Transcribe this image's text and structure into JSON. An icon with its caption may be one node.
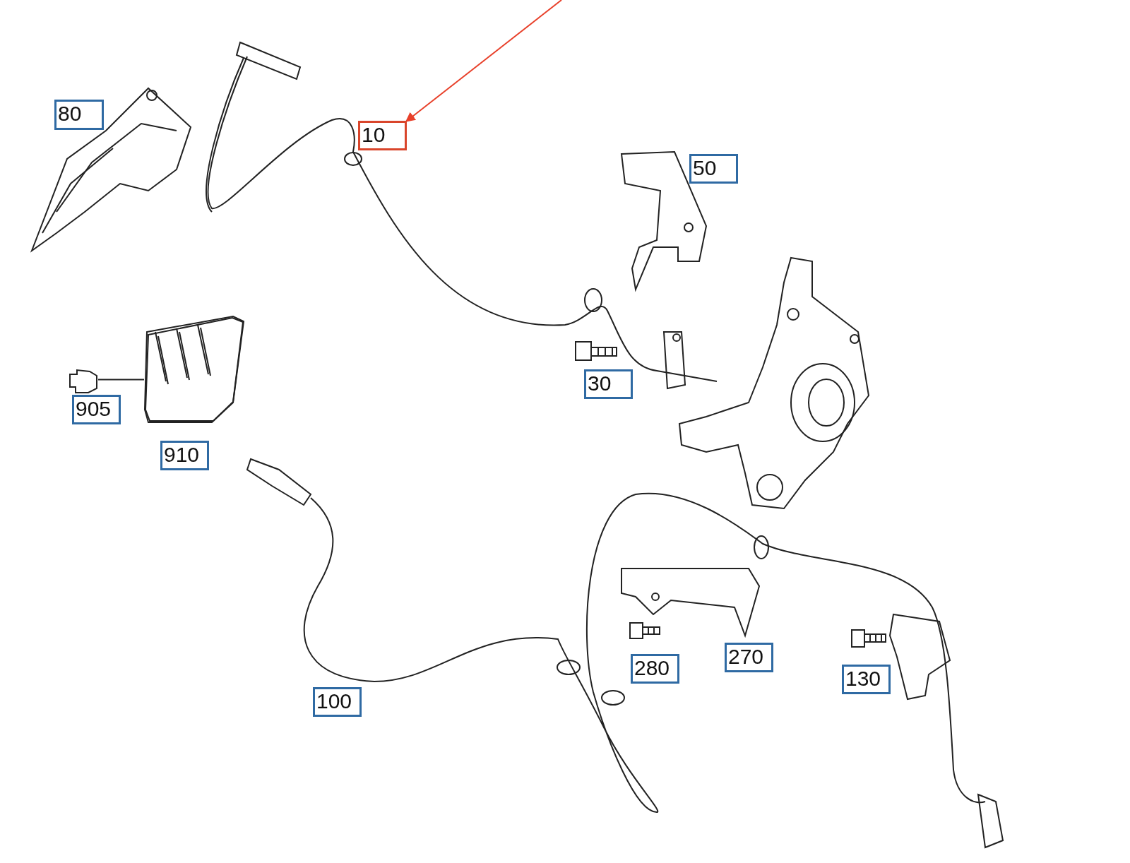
{
  "diagram": {
    "nodes": [
      {
        "text": [
          "80"
        ]
      },
      {
        "text": [
          "10"
        ]
      },
      {
        "text": [
          "50"
        ]
      },
      {
        "text": [
          "30"
        ]
      },
      {
        "text": [
          "905"
        ]
      },
      {
        "text": [
          "910"
        ]
      },
      {
        "text": [
          "100"
        ]
      },
      {
        "text": [
          "280"
        ]
      },
      {
        "text": [
          "270"
        ]
      },
      {
        "text": [
          "130"
        ]
      },
      {
        "text": [],
        "shape": "picture"
      },
      {
        "text": [],
        "shape": "picture"
      }
    ],
    "edges": [
      {
        "from": null,
        "to": 1,
        "arrow": "to",
        "color": "#e8402a"
      },
      {
        "from": 10,
        "to": 11,
        "arrow": "none",
        "color": "#222222"
      }
    ]
  }
}
